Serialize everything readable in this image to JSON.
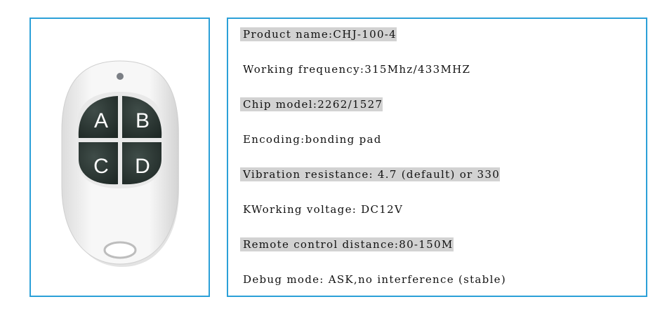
{
  "product": {
    "remote_buttons": [
      {
        "label": "A"
      },
      {
        "label": "B"
      },
      {
        "label": "C"
      },
      {
        "label": "D"
      }
    ]
  },
  "specs": [
    {
      "text": "Product name:CHJ-100-4",
      "shaded": true
    },
    {
      "text": "Working frequency:315Mhz/433MHZ",
      "shaded": false
    },
    {
      "text": "Chip model:2262/1527",
      "shaded": true
    },
    {
      "text": "Encoding:bonding pad",
      "shaded": false
    },
    {
      "text": "Vibration resistance: 4.7 (default) or 330",
      "shaded": true
    },
    {
      "text": "KWorking voltage: DC12V",
      "shaded": false
    },
    {
      "text": "Remote control distance:80-150M",
      "shaded": true
    },
    {
      "text": "Debug mode: ASK,no interference (stable)",
      "shaded": false
    }
  ],
  "colors": {
    "frame": "#2ba0d8",
    "shade": "#d2d2d2",
    "remote_body": "#f2f2f2",
    "button": "#2e3a36"
  }
}
